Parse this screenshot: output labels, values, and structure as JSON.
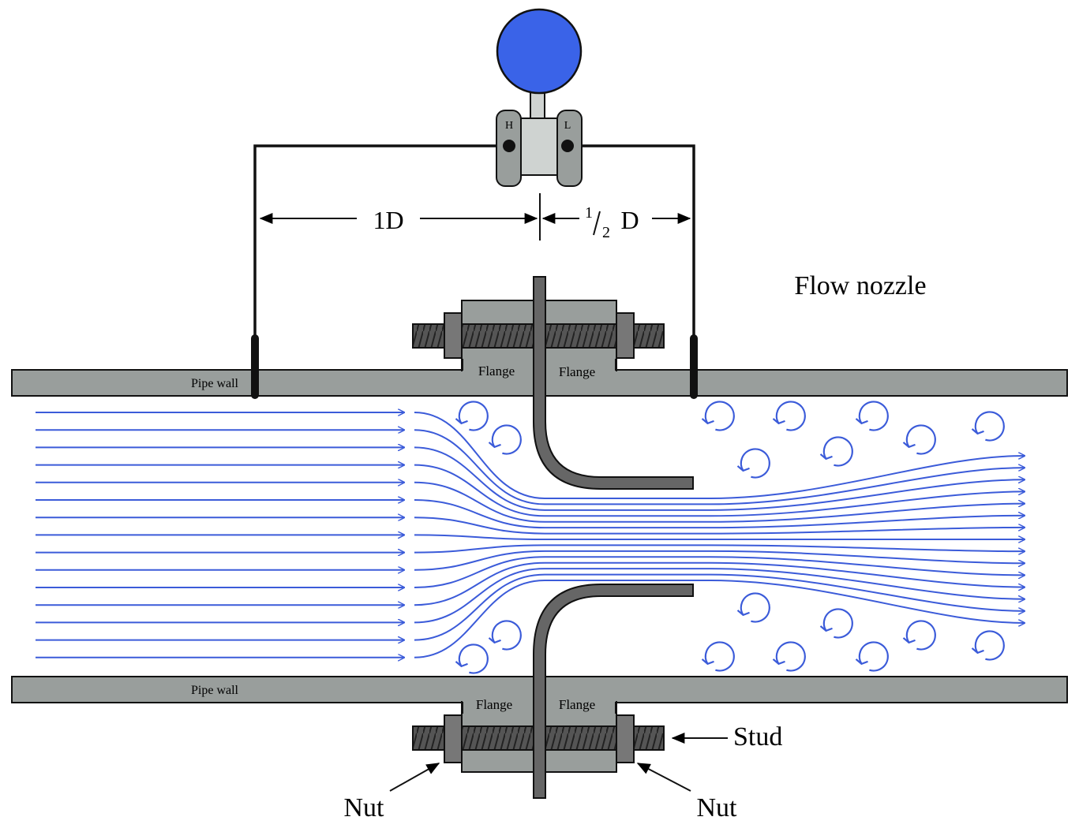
{
  "labels": {
    "title": "Flow nozzle",
    "high_port": "H",
    "low_port": "L",
    "upstream_distance": "1D",
    "downstream_fraction_num": "1",
    "downstream_fraction_den": "2",
    "downstream_unit": "D",
    "pipe_wall_top": "Pipe wall",
    "pipe_wall_bottom": "Pipe wall",
    "flange_top_left": "Flange",
    "flange_top_right": "Flange",
    "flange_bottom_left": "Flange",
    "flange_bottom_right": "Flange",
    "stud": "Stud",
    "nut_left": "Nut",
    "nut_right": "Nut"
  },
  "colors": {
    "flow": "#3b5bd9",
    "pipe": "#999e9c",
    "nozzle": "#666666",
    "gauge": "#3a63e8",
    "transmitter_body": "#cfd3d1",
    "transmitter_side": "#999e9c"
  },
  "icons": {
    "transmitter": "dp-transmitter-icon",
    "gauge": "gauge-head-icon",
    "nozzle": "flow-nozzle-icon"
  }
}
